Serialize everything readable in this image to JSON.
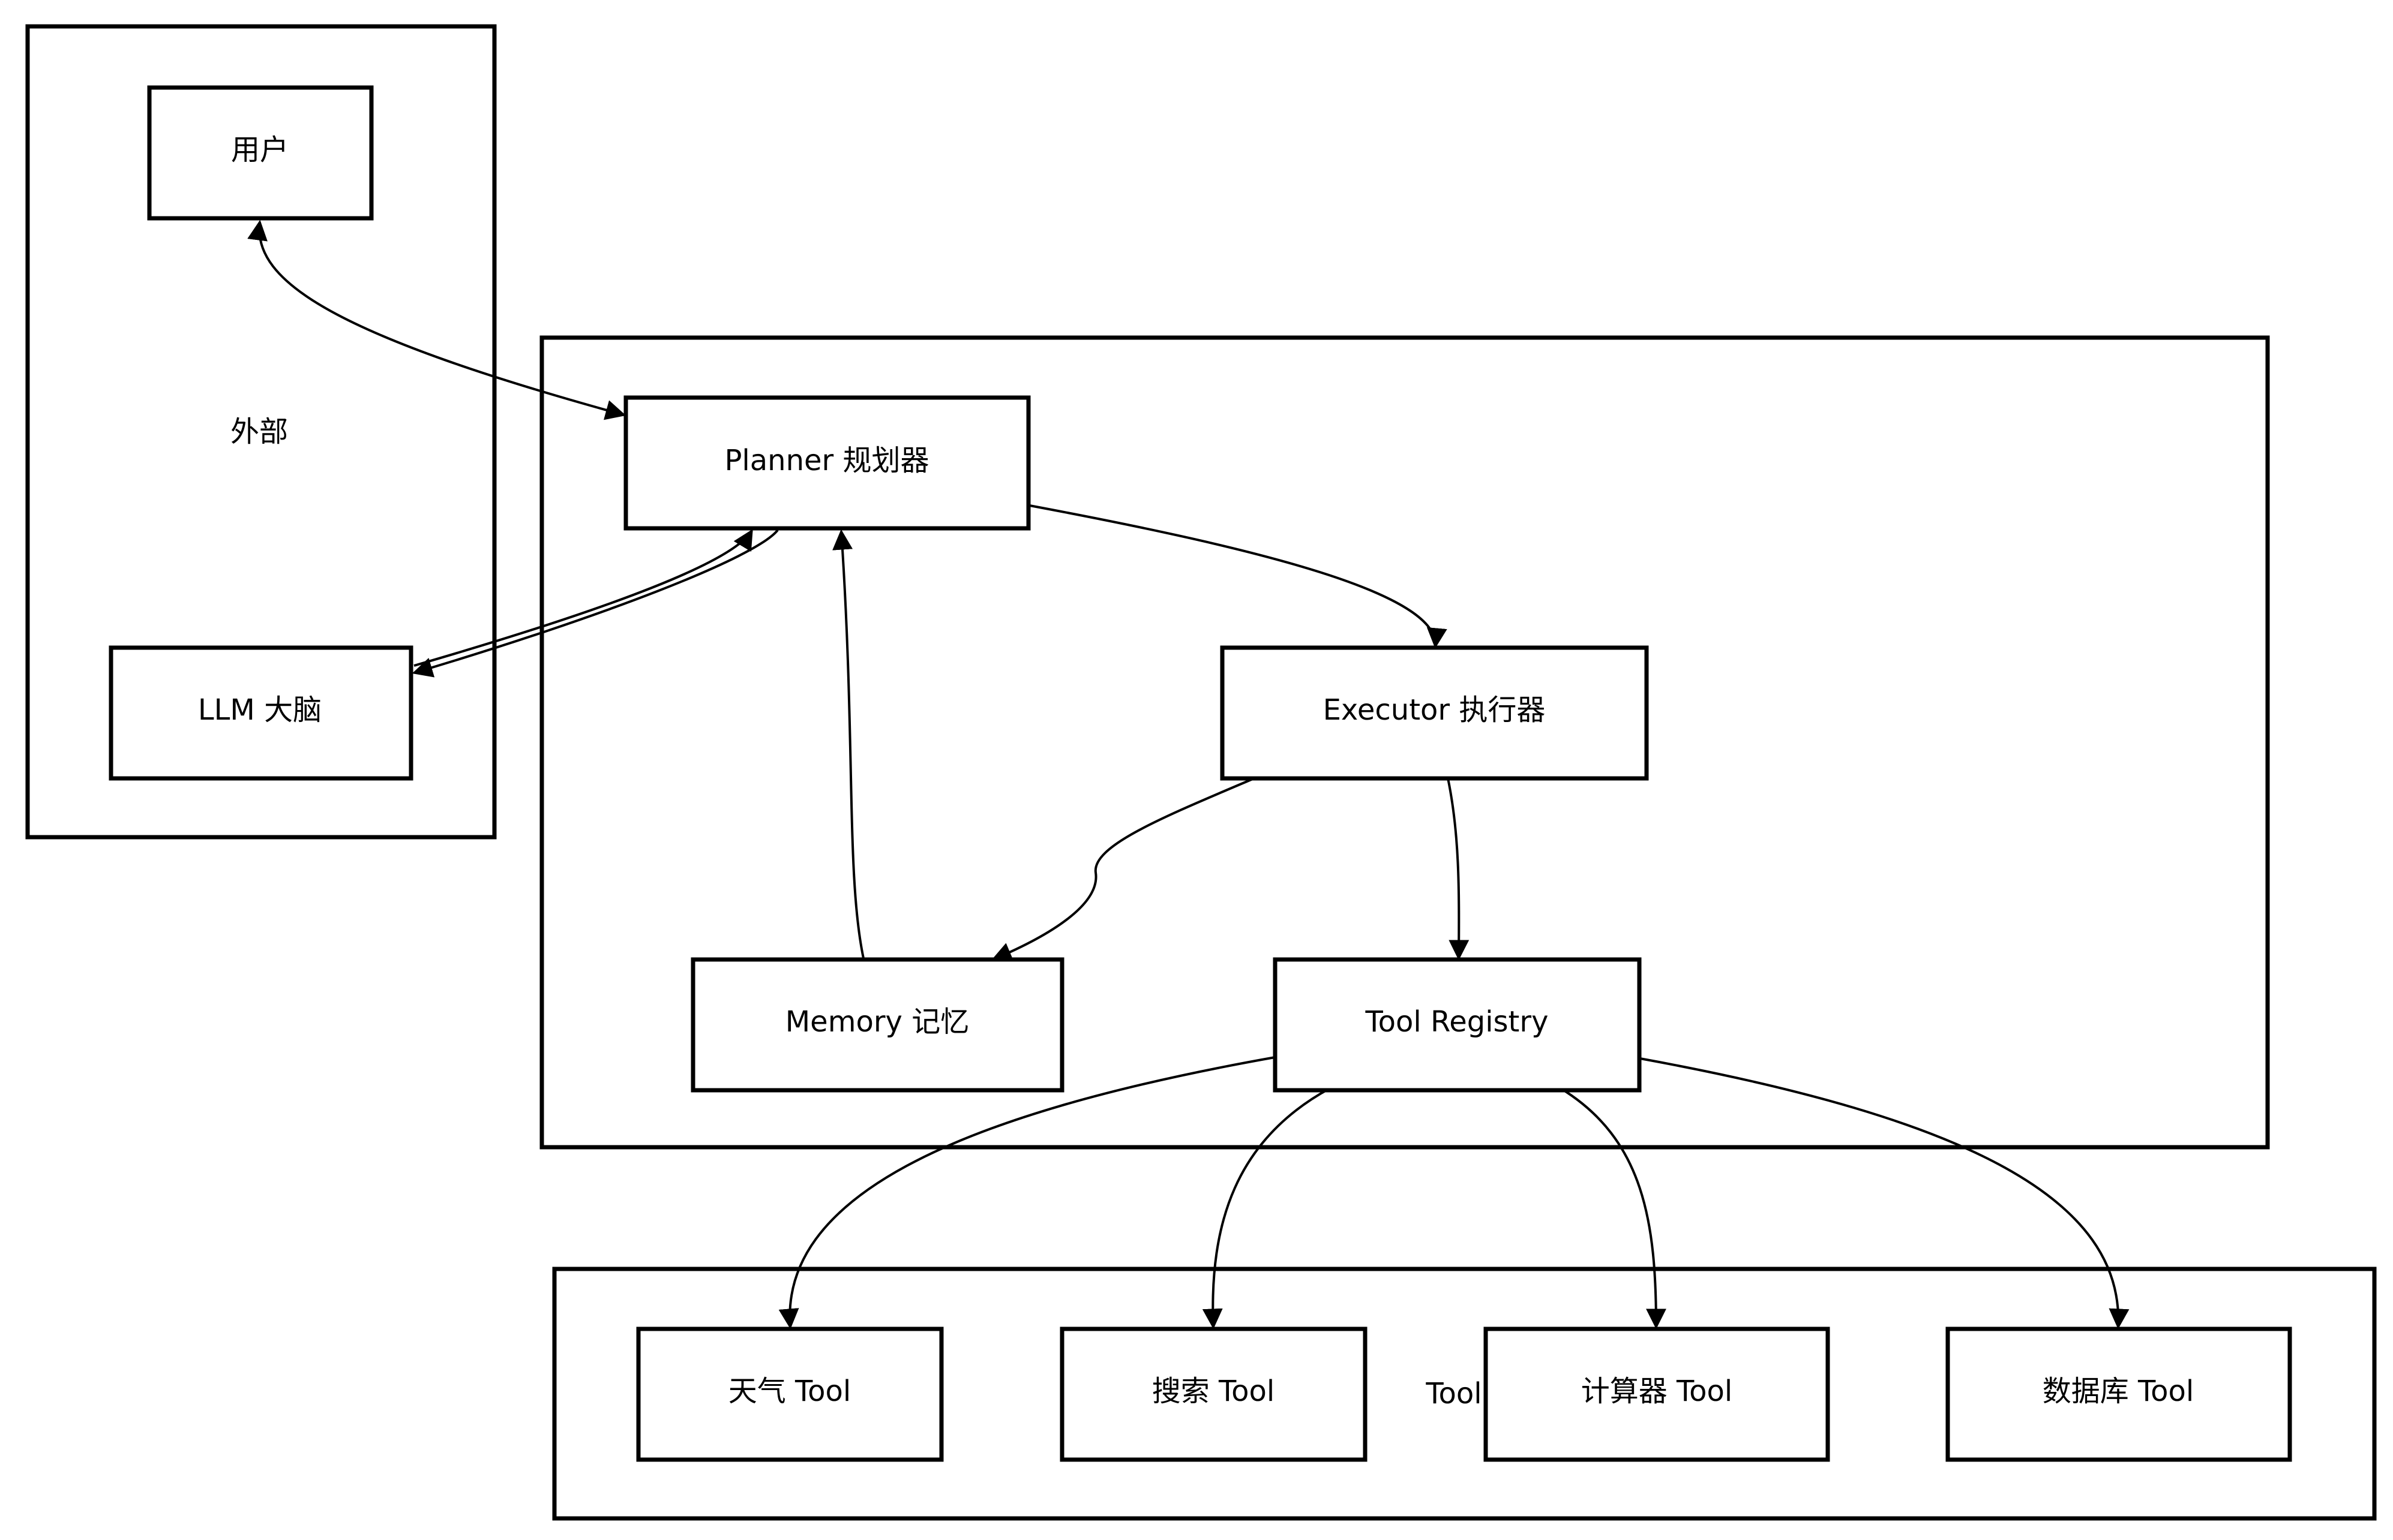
{
  "groups": {
    "external": {
      "label": "外部"
    },
    "tools": {
      "label": "Tool"
    }
  },
  "nodes": {
    "user": "用户",
    "llm": "LLM 大脑",
    "planner": "Planner 规划器",
    "executor": "Executor 执行器",
    "memory": "Memory 记忆",
    "registry": "Tool Registry",
    "weather": "天气 Tool",
    "search": "搜索 Tool",
    "calculator": "计算器 Tool",
    "database": "数据库 Tool"
  },
  "edges": [
    {
      "from": "user",
      "to": "planner",
      "bidirectional": true
    },
    {
      "from": "planner",
      "to": "llm",
      "bidirectional": false
    },
    {
      "from": "llm",
      "to": "planner",
      "bidirectional": false
    },
    {
      "from": "planner",
      "to": "executor",
      "bidirectional": false
    },
    {
      "from": "executor",
      "to": "memory",
      "bidirectional": false
    },
    {
      "from": "memory",
      "to": "planner",
      "bidirectional": false
    },
    {
      "from": "executor",
      "to": "registry",
      "bidirectional": false
    },
    {
      "from": "registry",
      "to": "weather",
      "bidirectional": false
    },
    {
      "from": "registry",
      "to": "search",
      "bidirectional": false
    },
    {
      "from": "registry",
      "to": "calculator",
      "bidirectional": false
    },
    {
      "from": "registry",
      "to": "database",
      "bidirectional": false
    }
  ],
  "colors": {
    "stroke": "#000000",
    "fill": "#ffffff",
    "text": "#000000"
  }
}
